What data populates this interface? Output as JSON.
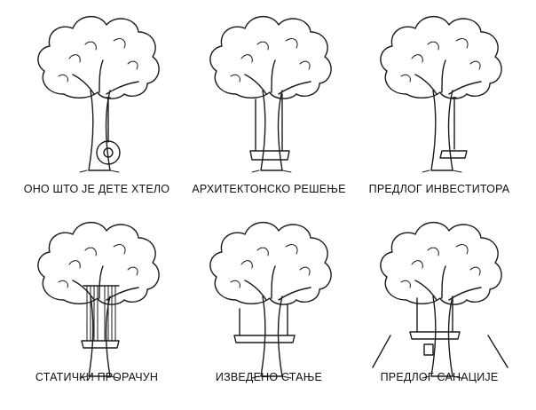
{
  "panels": [
    {
      "caption": "ОНО ШТО ЈЕ ДЕТЕ ХТЕЛО",
      "swing": "tire-swing"
    },
    {
      "caption": "АРХИТЕКТОНСКО РЕШЕЊЕ",
      "swing": "seat-swing"
    },
    {
      "caption": "ПРЕДЛОГ ИНВЕСТИТОРА",
      "swing": "single-rope-swing"
    },
    {
      "caption": "СТАТИЧКИ ПРОРАЧУН",
      "swing": "chain-swing"
    },
    {
      "caption": "ИЗВЕДЕНО СТАЊЕ",
      "swing": "hanging-swing"
    },
    {
      "caption": "ПРЕДЛОГ САНАЦИЈЕ",
      "swing": "propped-swing"
    }
  ]
}
